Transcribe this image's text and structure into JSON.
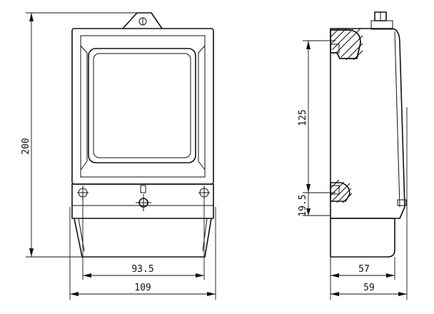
{
  "dimensions": {
    "height_total": "200",
    "width_mount": "93.5",
    "width_total": "109",
    "side_height_mount": "125",
    "side_offset_bottom": "19.5",
    "depth_body": "57",
    "depth_total": "59"
  }
}
